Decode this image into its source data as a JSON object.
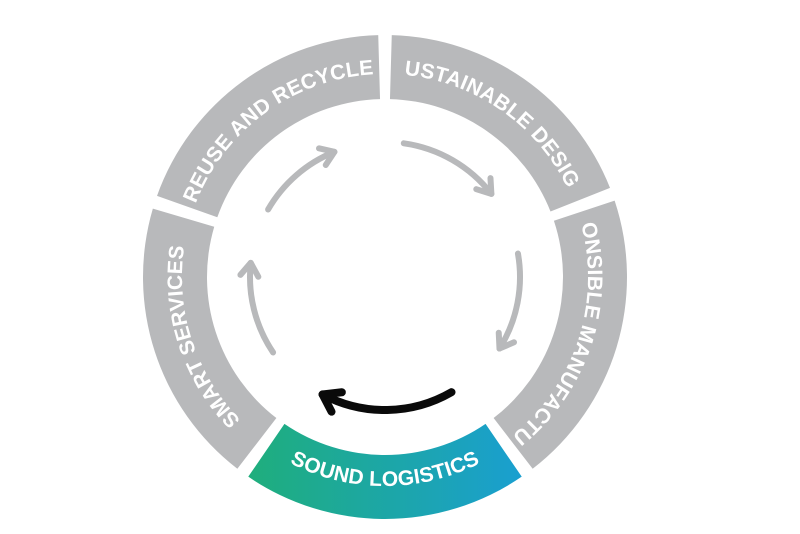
{
  "segments": [
    {
      "id": "sustainable-design",
      "label": "SUSTAINABLE DESIGN",
      "active": false
    },
    {
      "id": "responsible-manufacturing",
      "label": "RESPONSIBLE MANUFACTURING",
      "active": false
    },
    {
      "id": "sound-logistics",
      "label": "SOUND LOGISTICS",
      "active": true
    },
    {
      "id": "smart-services",
      "label": "SMART SERVICES",
      "active": false
    },
    {
      "id": "reuse-and-recycle",
      "label": "REUSE AND RECYCLE",
      "active": false
    }
  ],
  "colors": {
    "segment": "#b8b9bb",
    "arrow": "#b8b9bb",
    "active_start": "#1fae7c",
    "active_end": "#1a9fd0",
    "active_arrow": "#0a0a0a",
    "label": "#ffffff"
  },
  "cycle_direction": "clockwise"
}
